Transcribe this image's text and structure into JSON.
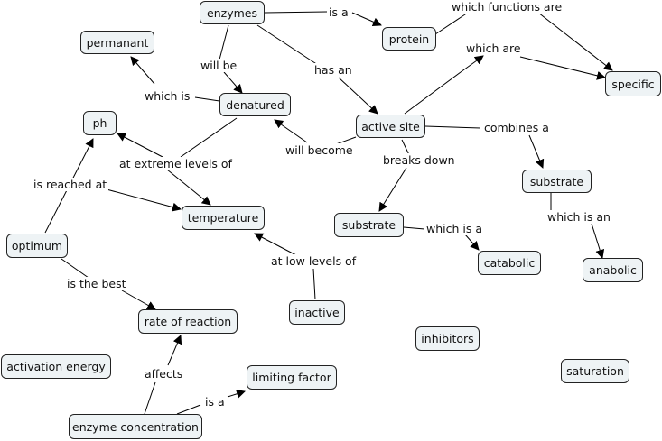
{
  "concepts": {
    "enzymes": "enzymes",
    "protein": "protein",
    "permanant": "permanant",
    "specific": "specific",
    "denatured": "denatured",
    "active_site": "active site",
    "ph": "ph",
    "temperature": "temperature",
    "substrate_right": "substrate",
    "substrate_mid": "substrate",
    "optimum": "optimum",
    "catabolic": "catabolic",
    "anabolic": "anabolic",
    "inactive": "inactive",
    "rate_of_reaction": "rate of reaction",
    "inhibitors": "inhibitors",
    "activation_energy": "activation energy",
    "saturation": "saturation",
    "limiting_factor": "limiting factor",
    "enzyme_concentration": "enzyme concentration"
  },
  "links": {
    "is_a_1": "is a",
    "which_functions_are": "which functions are",
    "will_be": "will be",
    "has_an": "has an",
    "which_are": "which are",
    "which_is": "which is",
    "will_become": "will become",
    "combines_a": "combines a",
    "at_extreme_levels_of": "at extreme levels of",
    "breaks_down": "breaks down",
    "is_reached_at": "is reached at",
    "which_is_a": "which is a",
    "which_is_an": "which is an",
    "at_low_levels_of": "at low levels of",
    "is_the_best": "is the best",
    "affects": "affects",
    "is_a_2": "is a"
  }
}
